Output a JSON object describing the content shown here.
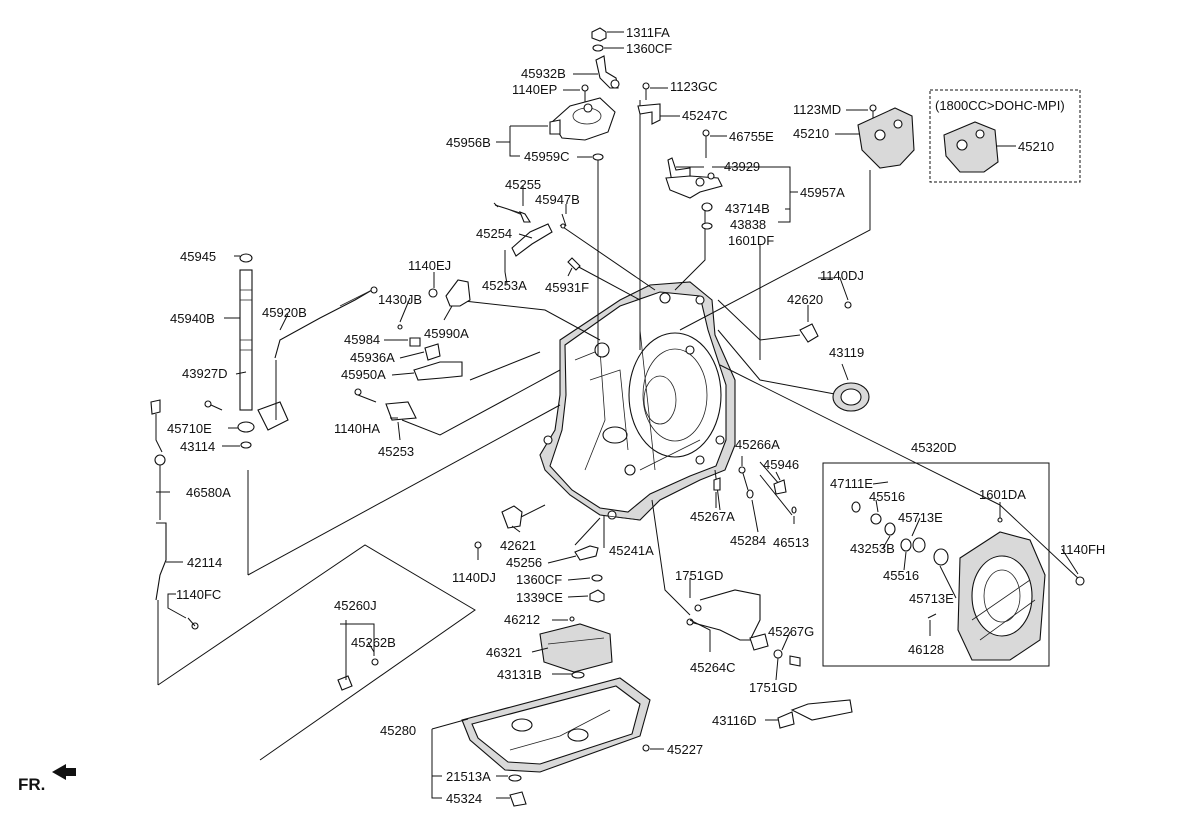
{
  "labels": [
    {
      "id": "l1311FA",
      "text": "1311FA"
    },
    {
      "id": "l1360CF_top",
      "text": "1360CF"
    },
    {
      "id": "l45932B",
      "text": "45932B"
    },
    {
      "id": "l1140EP",
      "text": "1140EP"
    },
    {
      "id": "l1123GC",
      "text": "1123GC"
    },
    {
      "id": "l45247C",
      "text": "45247C"
    },
    {
      "id": "l1123MD",
      "text": "1123MD"
    },
    {
      "id": "l45210_main",
      "text": "45210"
    },
    {
      "id": "l45956B",
      "text": "45956B"
    },
    {
      "id": "l45959C",
      "text": "45959C"
    },
    {
      "id": "l46755E",
      "text": "46755E"
    },
    {
      "id": "l43929",
      "text": "43929"
    },
    {
      "id": "l45957A",
      "text": "45957A"
    },
    {
      "id": "l43714B",
      "text": "43714B"
    },
    {
      "id": "l43838",
      "text": "43838"
    },
    {
      "id": "l45255",
      "text": "45255"
    },
    {
      "id": "l45947B",
      "text": "45947B"
    },
    {
      "id": "l45254",
      "text": "45254"
    },
    {
      "id": "l1601DF",
      "text": "1601DF"
    },
    {
      "id": "l45945",
      "text": "45945"
    },
    {
      "id": "l1140EJ",
      "text": "1140EJ"
    },
    {
      "id": "l45253A",
      "text": "45253A"
    },
    {
      "id": "l45931F",
      "text": "45931F"
    },
    {
      "id": "l1140DJ_right",
      "text": "1140DJ"
    },
    {
      "id": "l45940B",
      "text": "45940B"
    },
    {
      "id": "l45920B",
      "text": "45920B"
    },
    {
      "id": "l1430JB",
      "text": "1430JB"
    },
    {
      "id": "l45990A",
      "text": "45990A"
    },
    {
      "id": "l42620",
      "text": "42620"
    },
    {
      "id": "l45984",
      "text": "45984"
    },
    {
      "id": "l45936A",
      "text": "45936A"
    },
    {
      "id": "l43119",
      "text": "43119"
    },
    {
      "id": "l45950A",
      "text": "45950A"
    },
    {
      "id": "l43927D",
      "text": "43927D"
    },
    {
      "id": "l1140HA",
      "text": "1140HA"
    },
    {
      "id": "l45710E",
      "text": "45710E"
    },
    {
      "id": "l43114",
      "text": "43114"
    },
    {
      "id": "l45253",
      "text": "45253"
    },
    {
      "id": "l45266A",
      "text": "45266A"
    },
    {
      "id": "l45946",
      "text": "45946"
    },
    {
      "id": "l45320D",
      "text": "45320D"
    },
    {
      "id": "l46580A",
      "text": "46580A"
    },
    {
      "id": "l47111E",
      "text": "47111E"
    },
    {
      "id": "l45516_a",
      "text": "45516"
    },
    {
      "id": "l1601DA",
      "text": "1601DA"
    },
    {
      "id": "l45267A",
      "text": "45267A"
    },
    {
      "id": "l45713E_a",
      "text": "45713E"
    },
    {
      "id": "l45284",
      "text": "45284"
    },
    {
      "id": "l46513",
      "text": "46513"
    },
    {
      "id": "l42621",
      "text": "42621"
    },
    {
      "id": "l43253B",
      "text": "43253B"
    },
    {
      "id": "l45241A",
      "text": "45241A"
    },
    {
      "id": "l1140FH",
      "text": "1140FH"
    },
    {
      "id": "l42114",
      "text": "42114"
    },
    {
      "id": "l45256",
      "text": "45256"
    },
    {
      "id": "l1140DJ_left",
      "text": "1140DJ"
    },
    {
      "id": "l45516_b",
      "text": "45516"
    },
    {
      "id": "l1751GD_a",
      "text": "1751GD"
    },
    {
      "id": "l1360CF_bot",
      "text": "1360CF"
    },
    {
      "id": "l1140FC",
      "text": "1140FC"
    },
    {
      "id": "l1339CE",
      "text": "1339CE"
    },
    {
      "id": "l45713E_b",
      "text": "45713E"
    },
    {
      "id": "l45260J",
      "text": "45260J"
    },
    {
      "id": "l46212",
      "text": "46212"
    },
    {
      "id": "l45267G",
      "text": "45267G"
    },
    {
      "id": "l46128",
      "text": "46128"
    },
    {
      "id": "l45262B",
      "text": "45262B"
    },
    {
      "id": "l46321",
      "text": "46321"
    },
    {
      "id": "l45264C",
      "text": "45264C"
    },
    {
      "id": "l43131B",
      "text": "43131B"
    },
    {
      "id": "l1751GD_b",
      "text": "1751GD"
    },
    {
      "id": "l43116D",
      "text": "43116D"
    },
    {
      "id": "l45227",
      "text": "45227"
    },
    {
      "id": "l45280",
      "text": "45280"
    },
    {
      "id": "l21513A",
      "text": "21513A"
    },
    {
      "id": "l45324",
      "text": "45324"
    },
    {
      "id": "lFR",
      "text": "FR."
    }
  ],
  "callout_box": {
    "note": "(1800CC>DOHC-MPI)",
    "part": "45210"
  }
}
